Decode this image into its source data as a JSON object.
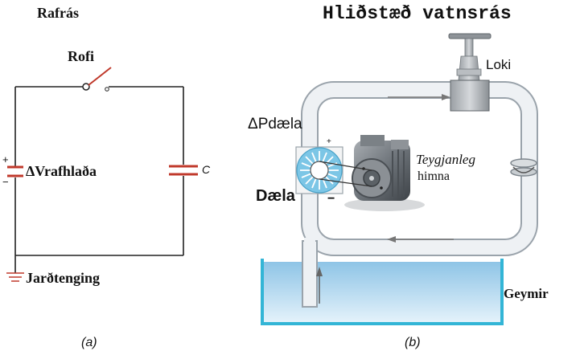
{
  "panel_a": {
    "title": "Rafrás",
    "switch_label": "Rofi",
    "battery_label": "ΔVrafhlaða",
    "battery_plus": "+",
    "battery_minus": "−",
    "capacitor_label": "C",
    "ground_label": "Jarðtenging",
    "caption": "(a)"
  },
  "panel_b": {
    "title": "Hliðstæð vatnsrás",
    "valve_label": "Loki",
    "pressure_label": "ΔPdæla",
    "membrane_label_1": "Teygjanleg",
    "membrane_label_2": "himna",
    "pump_label": "Dæla",
    "pump_plus": "+",
    "pump_minus": "−",
    "reservoir_label": "Geymir",
    "caption": "(b)"
  },
  "colors": {
    "wire": "#222222",
    "switch_arm": "#c0392b",
    "capacitor": "#c0392b",
    "ground": "#c0392b",
    "pipe_fill": "#eef1f4",
    "pipe_edge": "#9aa3ab",
    "water": "#a9d2ea",
    "tank_edge": "#33b5d6",
    "pump_wheel": "#7cc6e6"
  }
}
